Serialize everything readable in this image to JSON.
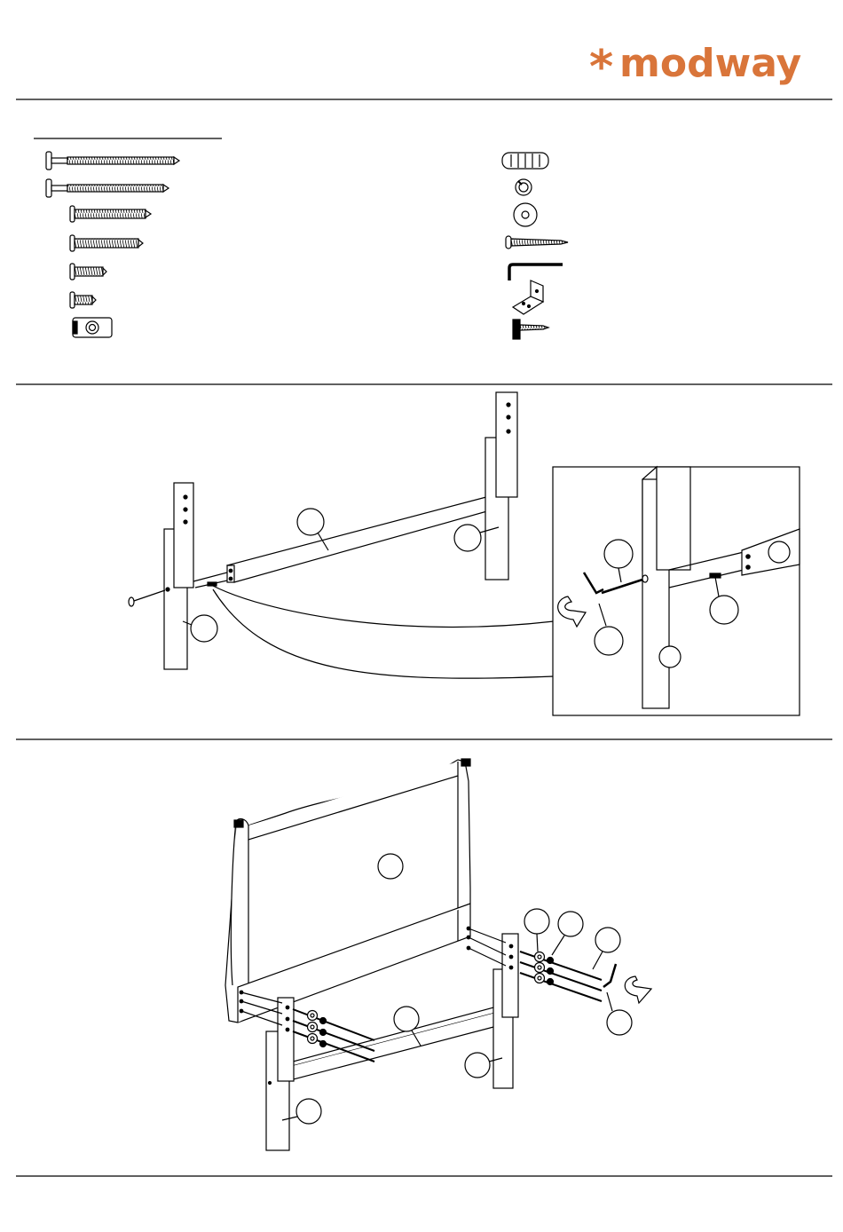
{
  "brand": {
    "name": "modway",
    "asterisk": "*",
    "color": "#d9753a"
  },
  "colors": {
    "line": "#000000",
    "paper": "#ffffff"
  },
  "hardware_left": [
    {
      "icon": "long-bolt-icon"
    },
    {
      "icon": "long-bolt-icon"
    },
    {
      "icon": "medium-bolt-icon"
    },
    {
      "icon": "medium-bolt-icon"
    },
    {
      "icon": "short-bolt-icon"
    },
    {
      "icon": "short-bolt-icon"
    },
    {
      "icon": "barrel-nut-icon"
    }
  ],
  "hardware_right": [
    {
      "icon": "wood-dowel-icon"
    },
    {
      "icon": "lock-washer-icon"
    },
    {
      "icon": "flat-washer-icon"
    },
    {
      "icon": "wood-screw-icon"
    },
    {
      "icon": "allen-key-icon"
    },
    {
      "icon": "l-bracket-icon"
    },
    {
      "icon": "bracket-screw-icon"
    }
  ],
  "steps": [
    {
      "name": "step-1",
      "scene": "side-rail-attach"
    },
    {
      "name": "step-2",
      "scene": "headboard-attach"
    }
  ]
}
